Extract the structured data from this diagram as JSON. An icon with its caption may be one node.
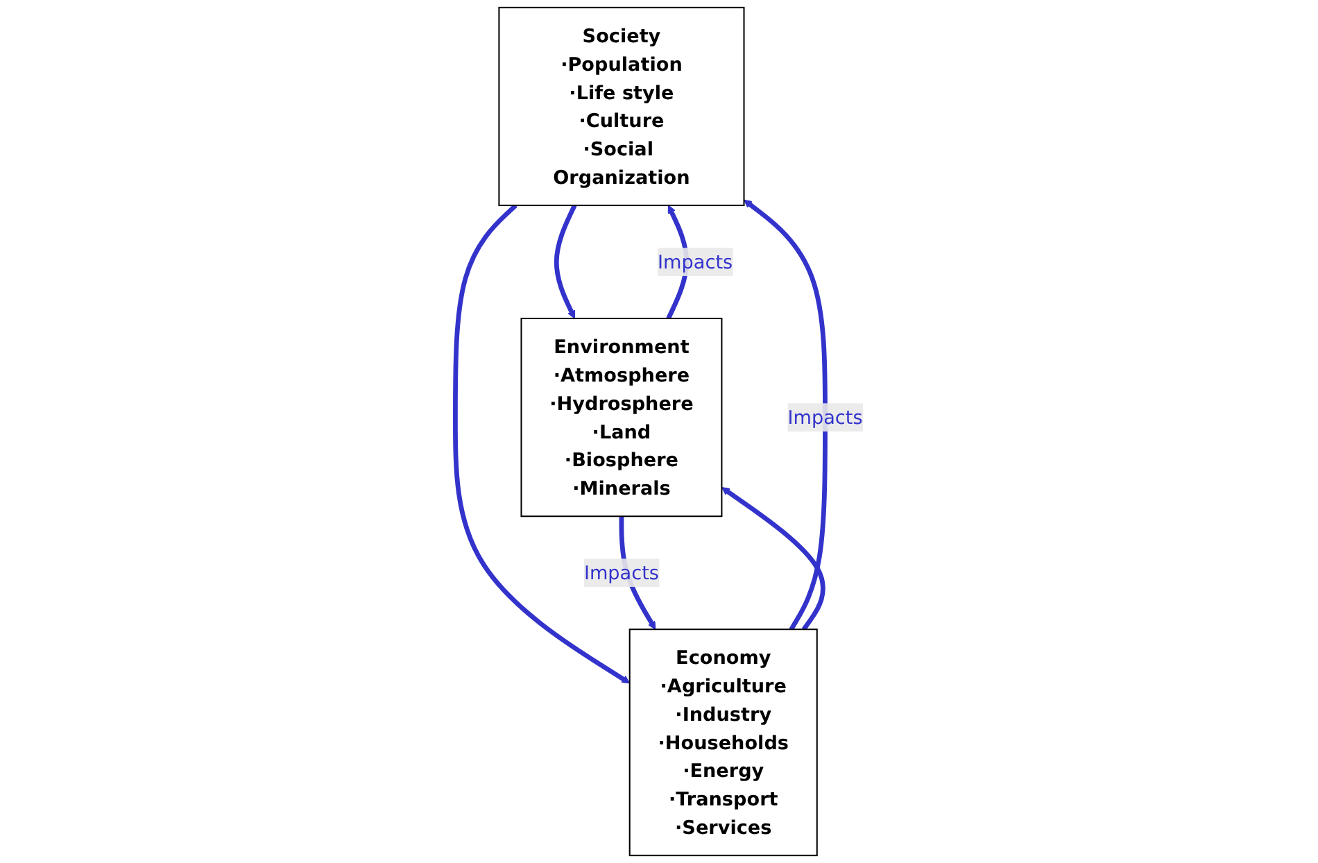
{
  "diagram": {
    "nodes": [
      {
        "text": [
          "Society",
          "·Population",
          "·Life style",
          "·Culture",
          "·Social Organization"
        ]
      },
      {
        "text": [
          "Environment",
          "·Atmosphere",
          "·Hydrosphere",
          "·Land",
          "·Biosphere",
          "·Minerals"
        ]
      },
      {
        "text": [
          "Economy",
          "·Agriculture",
          "·Industry",
          "·Households",
          "·Energy",
          "·Transport",
          "·Services"
        ]
      }
    ],
    "edges": [
      {
        "from": 1,
        "to": 0,
        "arrow": "to",
        "label": "Impacts"
      },
      {
        "from": 0,
        "to": 1,
        "arrow": "to"
      },
      {
        "from": 2,
        "to": 0,
        "arrow": "to",
        "label": "Impacts"
      },
      {
        "from": 0,
        "to": 2,
        "arrow": "to"
      },
      {
        "from": 1,
        "to": 2,
        "arrow": "to",
        "label": "Impacts"
      },
      {
        "from": 2,
        "to": 1,
        "arrow": "to"
      }
    ]
  }
}
